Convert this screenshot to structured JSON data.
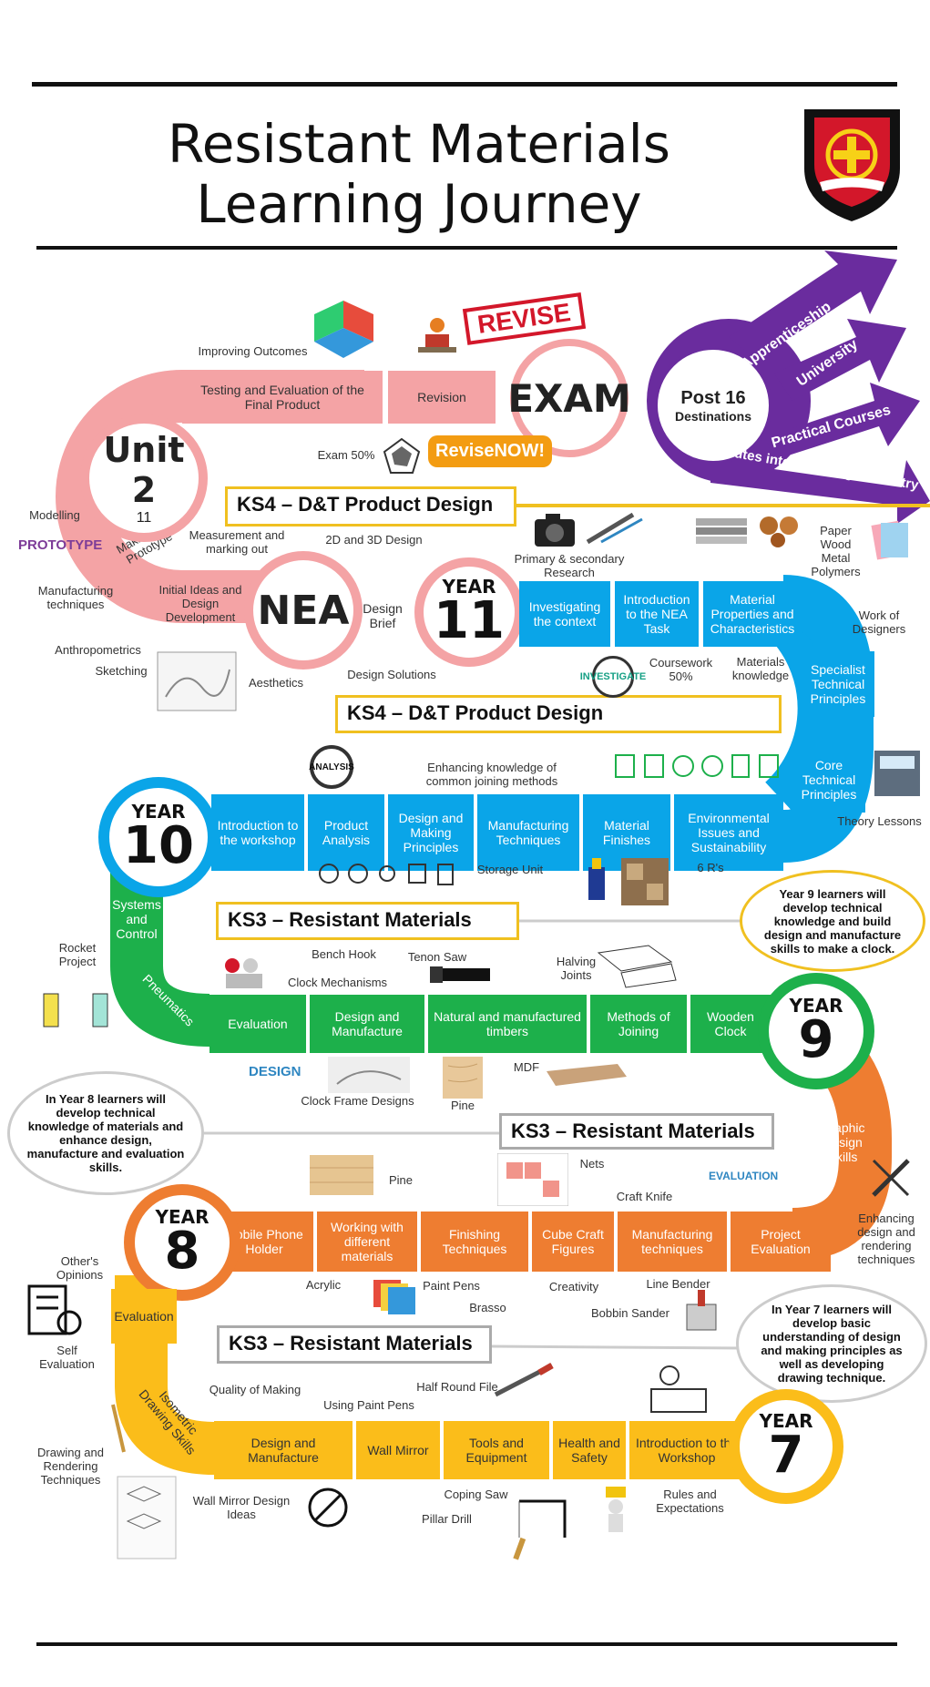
{
  "header": {
    "title_line1": "Resistant Materials",
    "title_line2": "Learning Journey"
  },
  "ks4_product_design_top": "KS4 – D&T Product Design",
  "ks4_product_design_mid": "KS4 – D&T Product Design",
  "ks3_year9": "KS3 – Resistant Materials",
  "ks3_year8": "KS3 – Resistant Materials",
  "ks3_year7": "KS3 – Resistant Materials",
  "post16": {
    "title": "Post 16",
    "subtitle": "Destinations",
    "routes": [
      "Apprenticeship",
      "University",
      "Practical Courses",
      "Routes into the design industry"
    ]
  },
  "exam": "EXAM",
  "unit2": {
    "title": "Unit 2",
    "sub": "11"
  },
  "nea": "NEA",
  "year11": {
    "label": "YEAR",
    "num": "11"
  },
  "year10": {
    "label": "YEAR",
    "num": "10"
  },
  "year9": {
    "label": "YEAR",
    "num": "9"
  },
  "year8": {
    "label": "YEAR",
    "num": "8"
  },
  "year7": {
    "label": "YEAR",
    "num": "7"
  },
  "pink_segments": {
    "testing": "Testing and Evaluation of the Final Product",
    "revision": "Revision",
    "making": "Making the Prototype",
    "initial": "Initial Ideas and Design Development",
    "brief": "Design Brief"
  },
  "blue_segments": {
    "investigating": "Investigating the context",
    "intro_nea": "Introduction to the NEA Task",
    "material_props": "Material Properties and Characteristics",
    "specialist": "Specialist Technical Principles",
    "core": "Core Technical Principles",
    "intro_workshop": "Introduction to the workshop",
    "product_analysis": "Product Analysis",
    "design_making": "Design and Making Principles",
    "manufacturing": "Manufacturing Techniques",
    "finishes": "Material Finishes",
    "environmental": "Environmental Issues and Sustainability"
  },
  "green_segments": {
    "systems": "Systems and Control",
    "pneumatics": "Pneumatics",
    "evaluation": "Evaluation",
    "design_manufacture": "Design and Manufacture",
    "timbers": "Natural and manufactured timbers",
    "joining": "Methods of Joining",
    "clock": "Wooden Clock"
  },
  "orange_segments": {
    "graphic": "Graphic Design Skills",
    "mobile": "Mobile Phone Holder",
    "working": "Working with different materials",
    "finishing": "Finishing Techniques",
    "cube": "Cube Craft Figures",
    "manufacturing": "Manufacturing techniques",
    "project_eval": "Project Evaluation"
  },
  "yellow_segments": {
    "evaluation": "Evaluation",
    "isometric": "Isometric Drawing Skills",
    "design_manufacture": "Design and Manufacture",
    "wall_mirror": "Wall Mirror",
    "tools": "Tools and Equipment",
    "health": "Health and Safety",
    "intro_workshop": "Introduction to the Workshop"
  },
  "labels": {
    "improving": "Improving Outcomes",
    "exam50": "Exam 50%",
    "modelling": "Modelling",
    "manufacturing_tech": "Manufacturing techniques",
    "measurement": "Measurement and marking out",
    "design2d3d": "2D and 3D Design",
    "primary": "Primary & secondary Research",
    "paper": "Paper Wood Metal Polymers",
    "anthro": "Anthropometrics",
    "sketching": "Sketching",
    "aesthetics": "Aesthetics",
    "design_solutions": "Design Solutions",
    "coursework": "Coursework 50%",
    "materials_knowledge": "Materials knowledge",
    "work_designers": "Work of Designers",
    "enhancing_joining": "Enhancing knowledge of common joining methods",
    "theory": "Theory Lessons",
    "storage": "Storage Unit",
    "six_rs": "6 R's",
    "rocket": "Rocket Project",
    "bench_hook": "Bench Hook",
    "tenon_saw": "Tenon Saw",
    "halving": "Halving Joints",
    "clock_mech": "Clock Mechanisms",
    "clock_frame": "Clock Frame Designs",
    "pine9": "Pine",
    "mdf": "MDF",
    "pine8": "Pine",
    "nets": "Nets",
    "craft_knife": "Craft Knife",
    "enhancing_design": "Enhancing design and rendering techniques",
    "others": "Other's Opinions",
    "acrylic": "Acrylic",
    "paint_pens": "Paint Pens",
    "brasso": "Brasso",
    "creativity": "Creativity",
    "line_bender": "Line Bender",
    "bobbin": "Bobbin Sander",
    "self_eval": "Self Evaluation",
    "quality": "Quality of Making",
    "half_round": "Half Round File",
    "using_paint": "Using Paint Pens",
    "drawing_render": "Drawing and Rendering Techniques",
    "wall_mirror_ideas": "Wall Mirror Design Ideas",
    "coping": "Coping Saw",
    "pillar": "Pillar Drill",
    "rules": "Rules and Expectations"
  },
  "bubbles": {
    "year9": "Year 9 learners will develop technical knowledge and build design and manufacture skills to make a clock.",
    "year8": "In Year 8 learners will develop technical knowledge of materials and enhance design, manufacture and evaluation skills.",
    "year7": "In Year 7 learners will develop basic understanding of design and making principles as well as developing drawing technique."
  },
  "icon_text": {
    "revise": "REVISE",
    "revise_now": "ReviseNOW!",
    "analysis": "ANALYSIS",
    "investigate": "INVESTIGATE",
    "design_word": "DESIGN",
    "evaluation_word": "EVALUATION",
    "prototype_word": "PROTOTYPE"
  },
  "colors": {
    "pink": "#f4a3a5",
    "blue": "#0aa5e8",
    "green": "#1db04b",
    "orange": "#ee7d31",
    "yellow": "#fbbd1a",
    "purple": "#6a2c9e",
    "ks_border": "#f0c020"
  }
}
